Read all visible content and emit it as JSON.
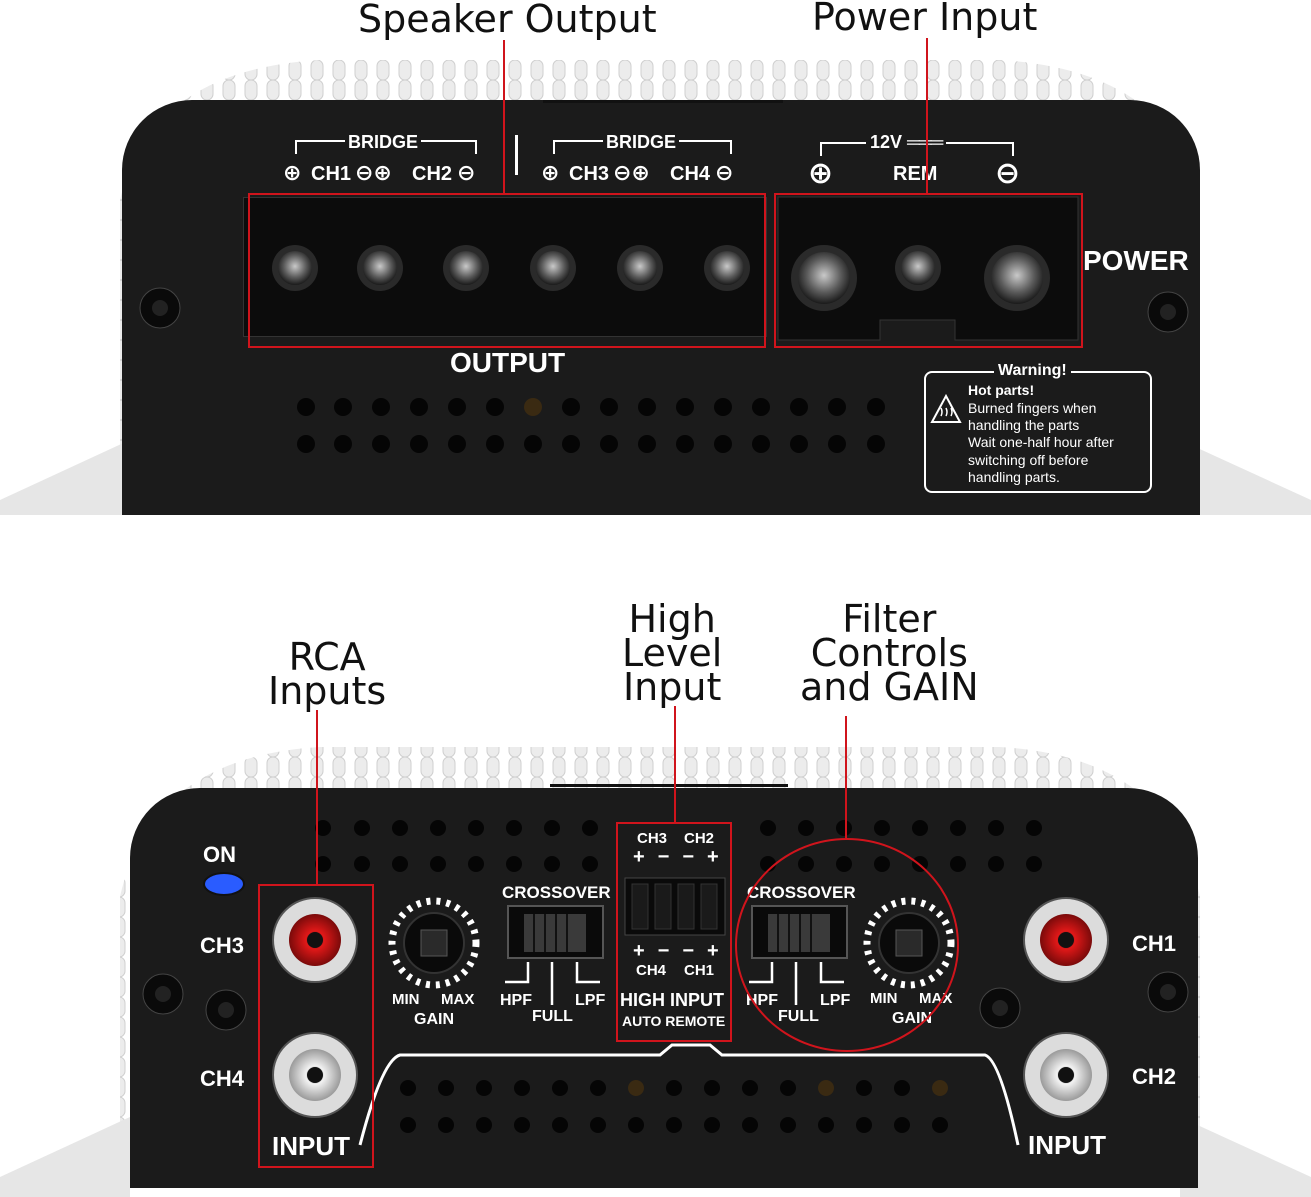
{
  "callouts": {
    "speaker_output": "Speaker Output",
    "power_input": "Power Input",
    "rca_inputs": [
      "RCA",
      "Inputs"
    ],
    "high_level_input": [
      "High",
      "Level",
      "Input"
    ],
    "filter_controls": [
      "Filter",
      "Controls",
      "and GAIN"
    ]
  },
  "top_panel": {
    "bridge_left": "BRIDGE",
    "bridge_right": "BRIDGE",
    "ch1": "CH1",
    "ch2": "CH2",
    "ch3": "CH3",
    "ch4": "CH4",
    "voltage": "12V",
    "rem": "REM",
    "power": "POWER",
    "output": "OUTPUT",
    "warning": {
      "title": "Warning!",
      "lines": [
        "Hot parts!",
        "Burned fingers when",
        "handling the parts",
        "Wait one-half hour after",
        "switching off before",
        "handling parts."
      ]
    }
  },
  "bottom_panel": {
    "on": "ON",
    "ch3": "CH3",
    "ch4": "CH4",
    "ch1": "CH1",
    "ch2": "CH2",
    "input_left": "INPUT",
    "input_right": "INPUT",
    "crossover_left": "CROSSOVER",
    "crossover_right": "CROSSOVER",
    "hpf": "HPF",
    "full": "FULL",
    "lpf": "LPF",
    "min": "MIN",
    "max": "MAX",
    "gain": "GAIN",
    "hl_top_ch3": "CH3",
    "hl_top_ch2": "CH2",
    "hl_bottom_ch4": "CH4",
    "hl_bottom_ch1": "CH1",
    "high_input": "HIGH INPUT",
    "auto_remote": "AUTO REMOTE"
  },
  "colors": {
    "accent_red": "#d0141c",
    "panel": "#1b1b1b",
    "led_blue": "#2a5cff"
  }
}
